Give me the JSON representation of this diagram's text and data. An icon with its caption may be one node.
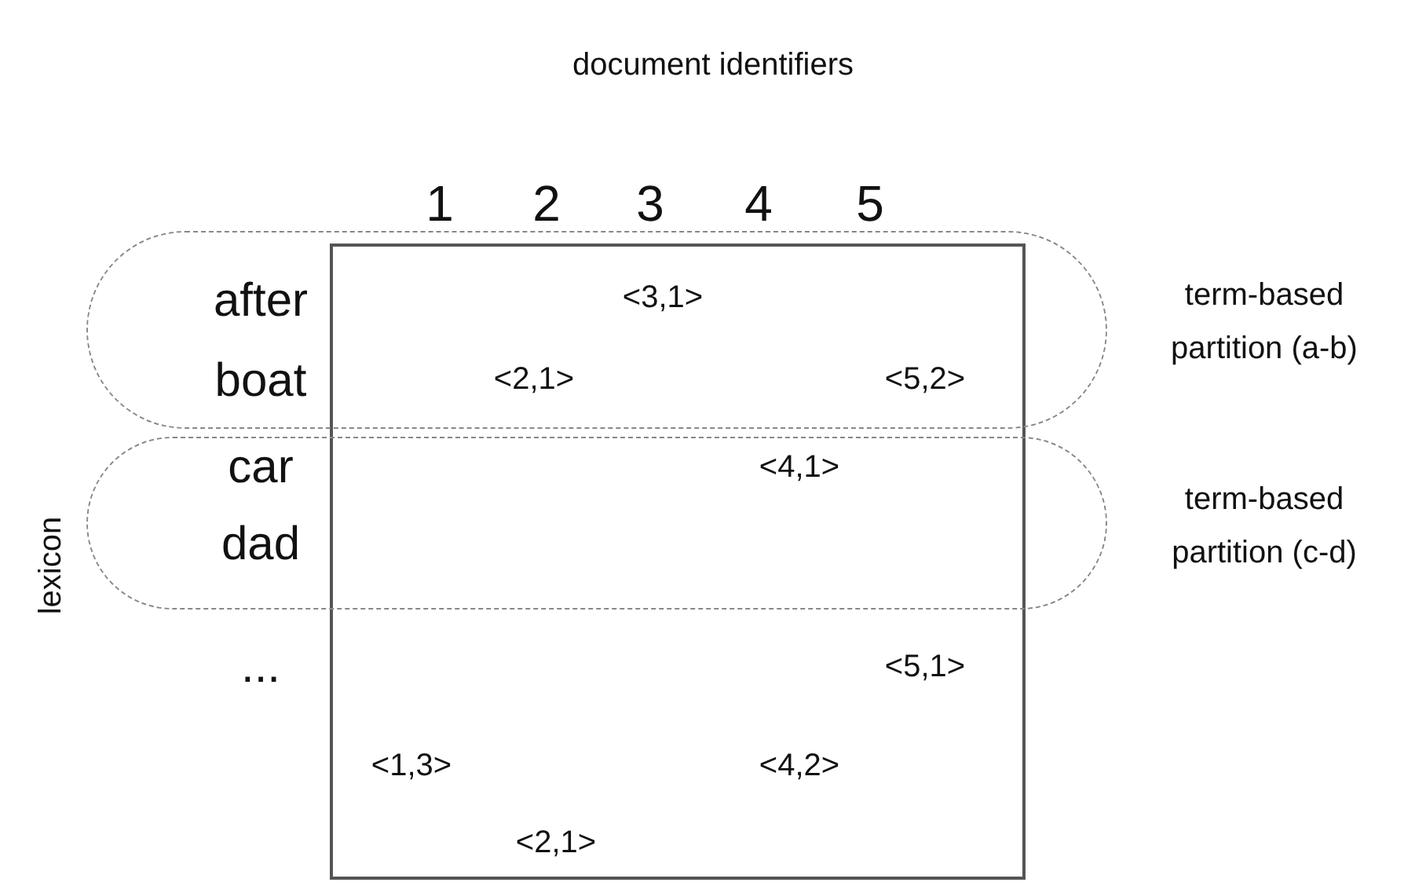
{
  "diagram": {
    "title": "document identifiers",
    "nodes": [
      {
        "text": [],
        "shape": "box"
      },
      {
        "text": [
          "term-based partition (a-b)"
        ]
      },
      {
        "text": [
          "term-based partition (c-d)"
        ]
      }
    ],
    "labels": [
      "1",
      "2",
      "3",
      "4",
      "5",
      "after",
      "<3,1>",
      "boat",
      "<2,1>",
      "<5,2>",
      "car",
      "<4,1>",
      "lexicon",
      "dad",
      "...",
      "<5,1>",
      "<1,3>",
      "<4,2>",
      "<2,1>"
    ]
  }
}
